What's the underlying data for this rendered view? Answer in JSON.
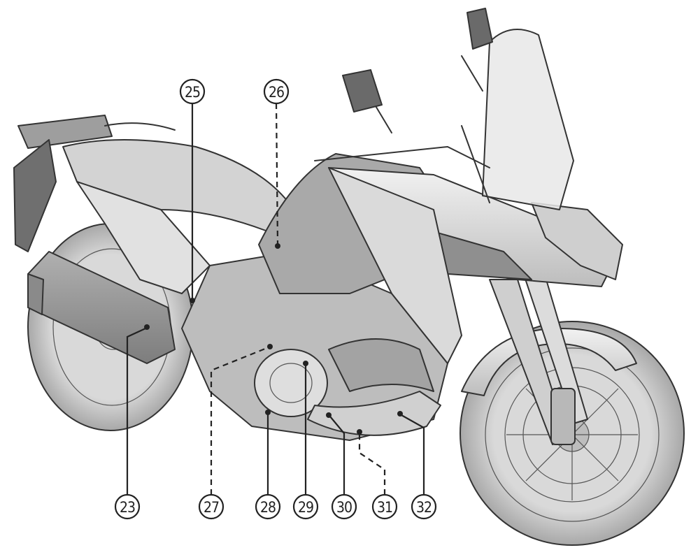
{
  "colors": {
    "ink": "#222222",
    "body_light": "#e4e4e4",
    "body_mid": "#c8c8c8",
    "body_dark": "#9a9a9a",
    "tire": "#cfcfcf"
  },
  "callouts": [
    {
      "id": "23",
      "label": "23",
      "style": "solid"
    },
    {
      "id": "25",
      "label": "25",
      "style": "solid"
    },
    {
      "id": "26",
      "label": "26",
      "style": "dashed"
    },
    {
      "id": "27",
      "label": "27",
      "style": "dashed"
    },
    {
      "id": "28",
      "label": "28",
      "style": "solid"
    },
    {
      "id": "29",
      "label": "29",
      "style": "solid"
    },
    {
      "id": "30",
      "label": "30",
      "style": "solid"
    },
    {
      "id": "31",
      "label": "31",
      "style": "dashed"
    },
    {
      "id": "32",
      "label": "32",
      "style": "solid"
    }
  ]
}
